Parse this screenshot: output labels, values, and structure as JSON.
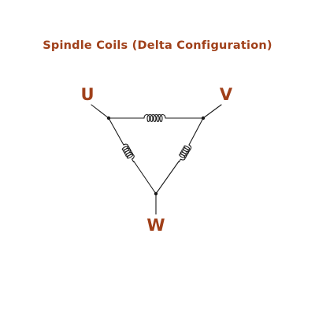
{
  "title": "Spindle Coils (Delta Configuration)",
  "terminals": {
    "u": "U",
    "v": "V",
    "w": "W"
  },
  "colors": {
    "accent": "#a0401a",
    "line": "#1a1a1a",
    "background": "#ffffff"
  }
}
